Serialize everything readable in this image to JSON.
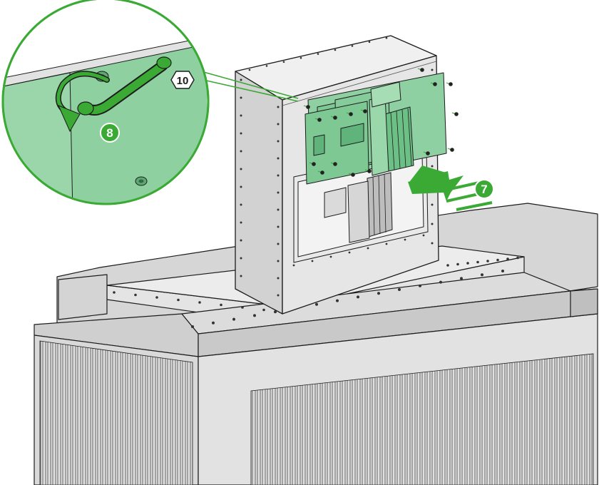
{
  "colors": {
    "background": "#ffffff",
    "body_light": "#e2e2e2",
    "body_mid": "#d0d0d0",
    "body_dark": "#bdbdbd",
    "outline": "#1c1c1c",
    "board_green": "#7ec894",
    "board_green_dark": "#4da06a",
    "callout_green": "#8fd0a0",
    "accent_green": "#3aaa35",
    "fin_dark": "#8a8a8a"
  },
  "steps": {
    "insert": {
      "label": "7",
      "icon": "insert-arrow-icon"
    },
    "tighten": {
      "label": "8",
      "icon": "rotate-arrow-icon"
    },
    "wrench_size": {
      "label": "10",
      "icon": "hex-socket-icon"
    }
  },
  "icons": {
    "wrench": "hex-key-wrench-icon",
    "screw": "screw-icon"
  }
}
